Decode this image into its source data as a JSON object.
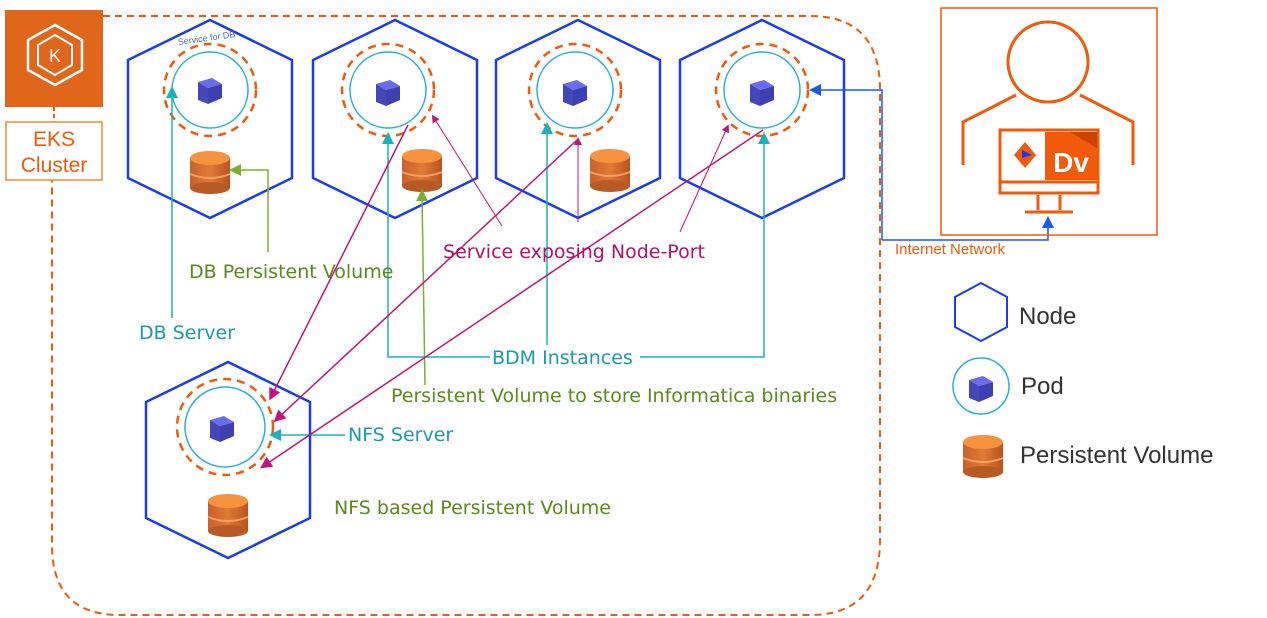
{
  "cluster": {
    "badge_label_line1": "EKS",
    "badge_label_line2": "Cluster",
    "logo_letter": "K"
  },
  "service_for_db": "Service for DB",
  "labels": {
    "db_persistent_volume": "DB Persistent Volume",
    "db_server": "DB Server",
    "service_node_port": "Service exposing Node-Port",
    "bdm_instances": "BDM Instances",
    "pv_informatica": "Persistent Volume to store Informatica binaries",
    "nfs_server": "NFS Server",
    "nfs_pv": "NFS based Persistent Volume",
    "internet_network": "Internet Network"
  },
  "client": {
    "app_badge": "Dv"
  },
  "legend": {
    "node": "Node",
    "pod": "Pod",
    "persistent_volume": "Persistent Volume"
  },
  "colors": {
    "aws_orange": "#e0661c",
    "eks_text": "#f05a0a",
    "node_blue": "#1a3ce8",
    "pod_circle": "#29b0d8",
    "pod_cube": "#4b4cc8",
    "volume_orange": "#e07a30",
    "teal": "#1a9aaa",
    "green": "#6a9a2a",
    "magenta": "#b0126a",
    "network_blue": "#1a5ae8"
  }
}
